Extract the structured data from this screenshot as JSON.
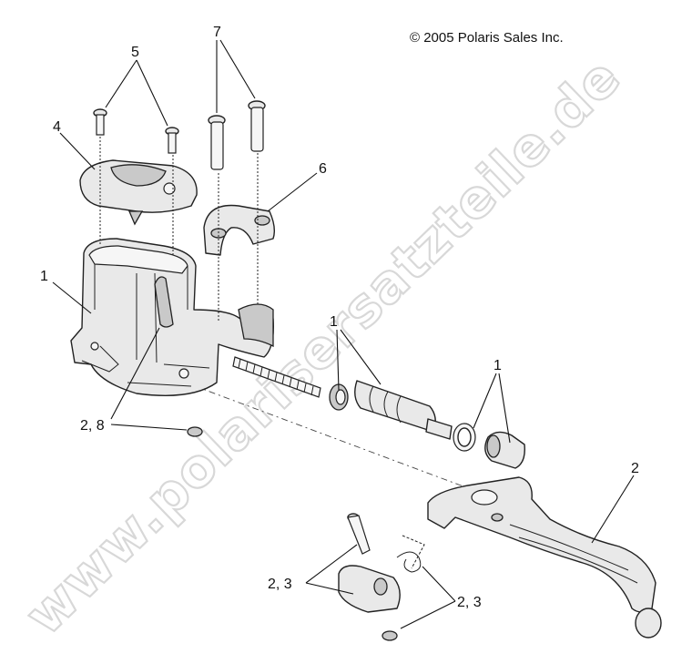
{
  "copyright": "© 2005 Polaris Sales Inc.",
  "watermark": "www.polarisersatzteile.de",
  "callouts": {
    "c1a": "1",
    "c1b": "1",
    "c1c": "1",
    "c2": "2",
    "c23a": "2, 3",
    "c23b": "2, 3",
    "c28": "2, 8",
    "c4": "4",
    "c5": "5",
    "c6": "6",
    "c7": "7"
  },
  "colors": {
    "line": "#222222",
    "part_fill": "#e9e9e9",
    "watermark": "#d8d8d8"
  }
}
